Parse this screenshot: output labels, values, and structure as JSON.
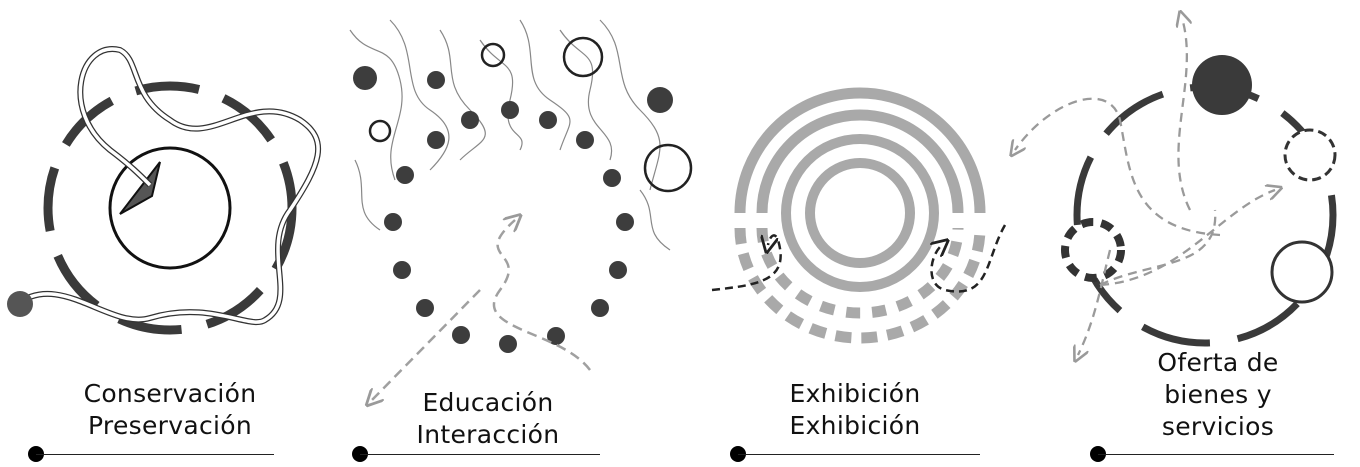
{
  "panels": [
    {
      "lines": [
        "Conservación",
        "Preservación"
      ]
    },
    {
      "lines": [
        "Educación",
        "Interacción"
      ]
    },
    {
      "lines": [
        "Exhibición",
        "Exhibición"
      ]
    },
    {
      "lines": [
        "Oferta de",
        "bienes y",
        "servicios"
      ]
    }
  ],
  "colors": {
    "dark": "#3a3a3a",
    "grey": "#aaaaaa",
    "black": "#000000",
    "red_dot": "#555555"
  }
}
